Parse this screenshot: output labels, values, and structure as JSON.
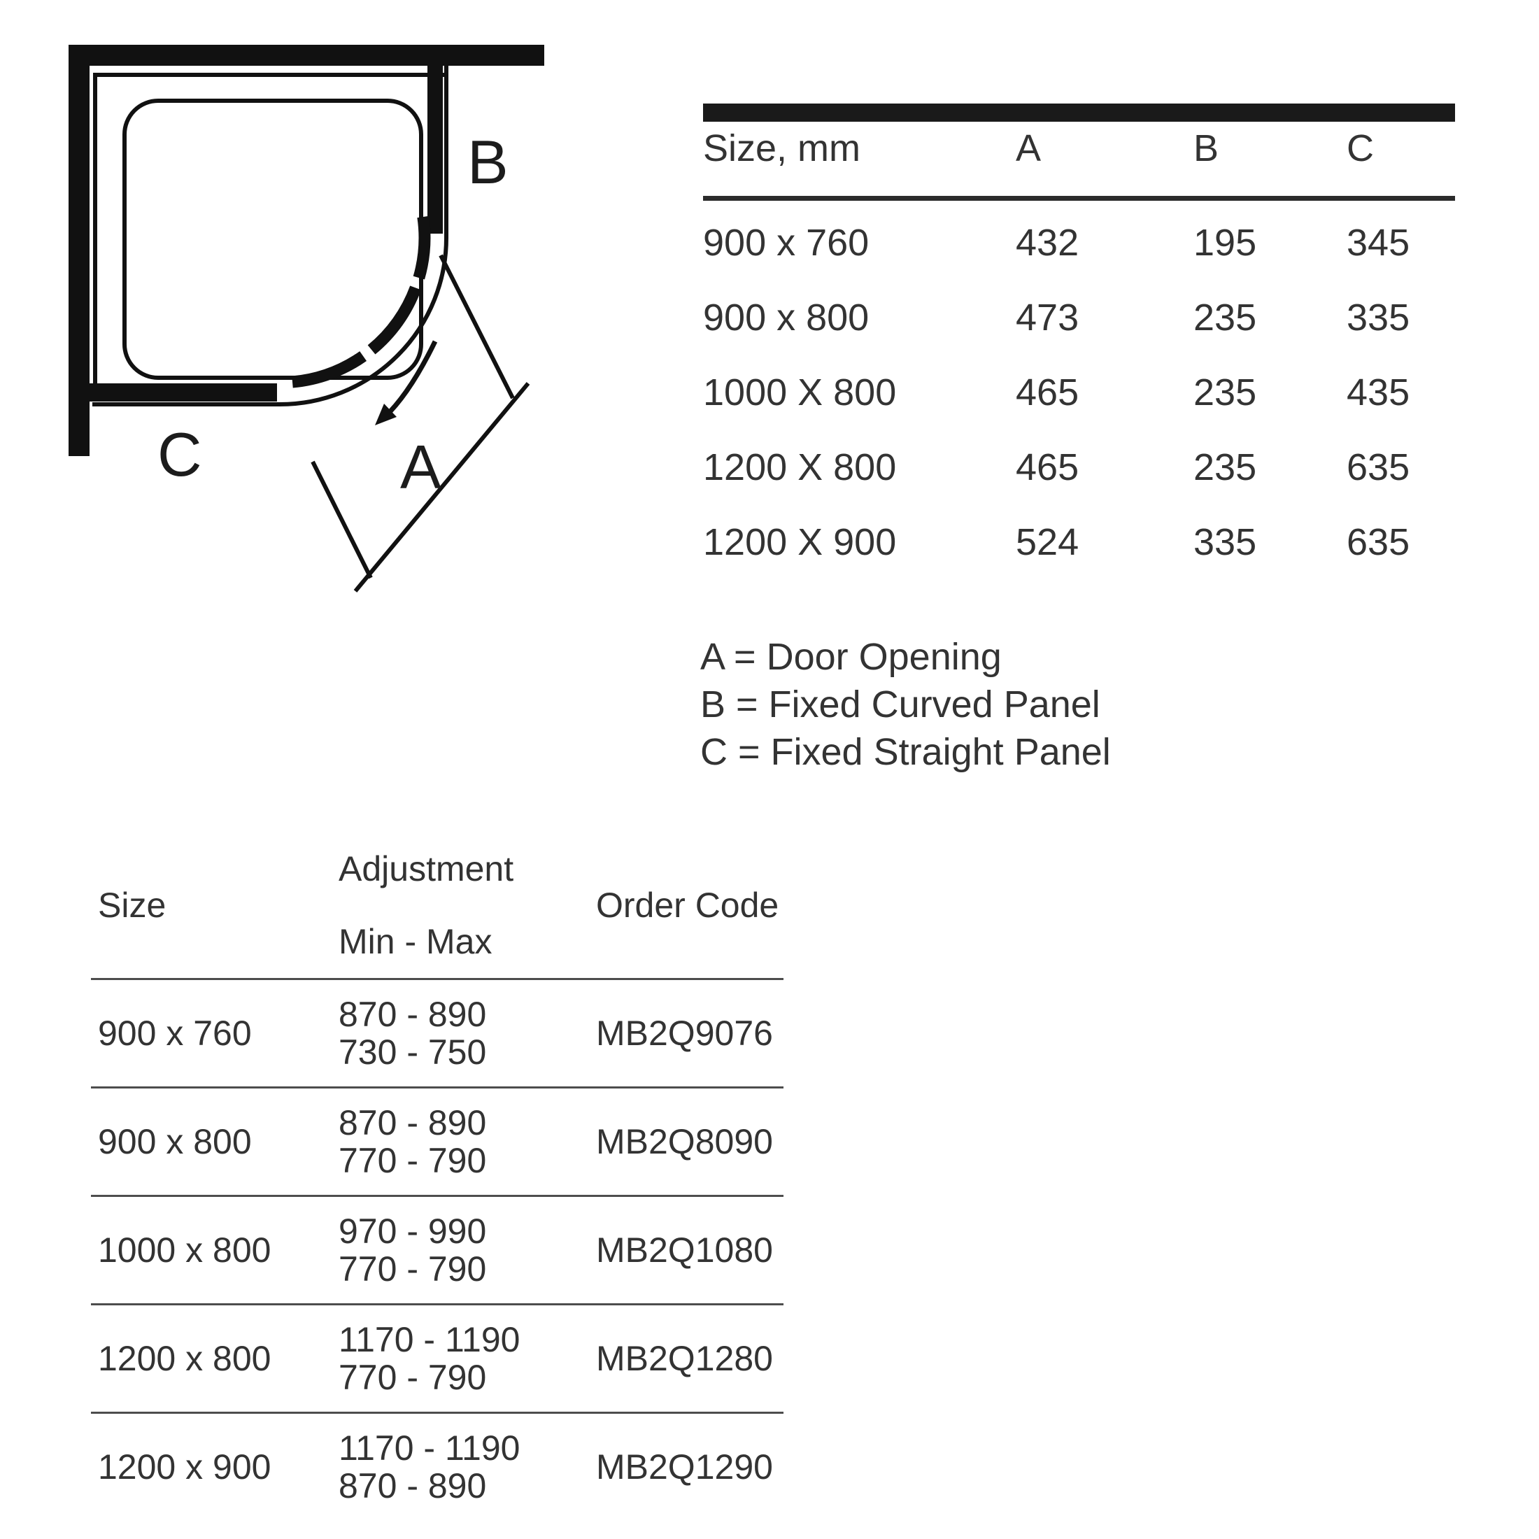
{
  "diagram": {
    "labels": {
      "door": "A",
      "curved_panel": "B",
      "straight_panel": "C"
    }
  },
  "spec_table": {
    "headers": {
      "size": "Size, mm",
      "a": "A",
      "b": "B",
      "c": "C"
    },
    "rows": [
      {
        "size": "900 x 760",
        "a": "432",
        "b": "195",
        "c": "345"
      },
      {
        "size": "900 x 800",
        "a": "473",
        "b": "235",
        "c": "335"
      },
      {
        "size": "1000 X 800",
        "a": "465",
        "b": "235",
        "c": "435"
      },
      {
        "size": "1200 X 800",
        "a": "465",
        "b": "235",
        "c": "635"
      },
      {
        "size": "1200 X 900",
        "a": "524",
        "b": "335",
        "c": "635"
      }
    ]
  },
  "legend": {
    "items": [
      "A = Door Opening",
      "B = Fixed Curved Panel",
      "C = Fixed Straight Panel"
    ]
  },
  "adjustment_table": {
    "headers": {
      "size": "Size",
      "adjustment_line1": "Adjustment",
      "adjustment_line2": "Min - Max",
      "order_code": "Order Code"
    },
    "rows": [
      {
        "size": "900 x 760",
        "range1": "870 - 890",
        "range2": "730 - 750",
        "order_code": "MB2Q9076"
      },
      {
        "size": "900 x 800",
        "range1": "870 - 890",
        "range2": "770 - 790",
        "order_code": "MB2Q8090"
      },
      {
        "size": "1000 x 800",
        "range1": "970 - 990",
        "range2": "770 - 790",
        "order_code": "MB2Q1080"
      },
      {
        "size": "1200 x 800",
        "range1": "1170 - 1190",
        "range2": "770 - 790",
        "order_code": "MB2Q1280"
      },
      {
        "size": "1200 x 900",
        "range1": "1170 - 1190",
        "range2": "870 - 890",
        "order_code": "MB2Q1290"
      }
    ]
  },
  "colors": {
    "ink": "#111111",
    "table_bar": "#1a1a1a",
    "separator": "#4d4d4d"
  }
}
